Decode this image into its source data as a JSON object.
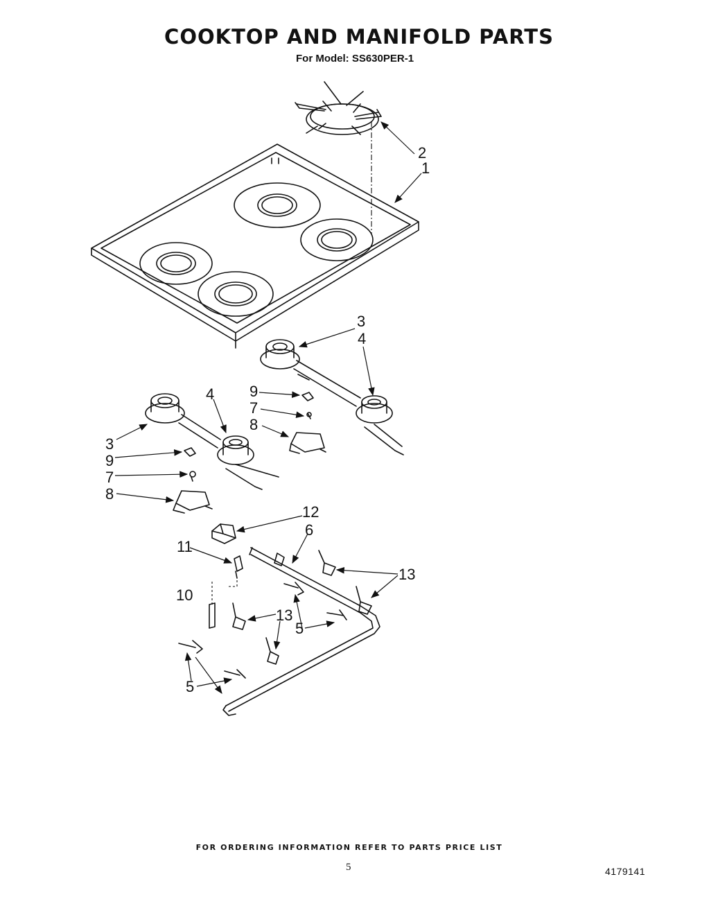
{
  "header": {
    "title": "COOKTOP AND MANIFOLD PARTS",
    "subtitle": "For Model: SS630PER-1"
  },
  "callouts": {
    "c1": "1",
    "c2": "2",
    "c3a": "3",
    "c3b": "3",
    "c4a": "4",
    "c4b": "4",
    "c5a": "5",
    "c5b": "5",
    "c6": "6",
    "c7a": "7",
    "c7b": "7",
    "c8a": "8",
    "c8b": "8",
    "c9a": "9",
    "c9b": "9",
    "c10": "10",
    "c11": "11",
    "c12": "12",
    "c13a": "13",
    "c13b": "13"
  },
  "footer": {
    "ordering_note": "FOR ORDERING INFORMATION REFER TO PARTS PRICE LIST",
    "page_number": "5",
    "document_number": "4179141"
  }
}
